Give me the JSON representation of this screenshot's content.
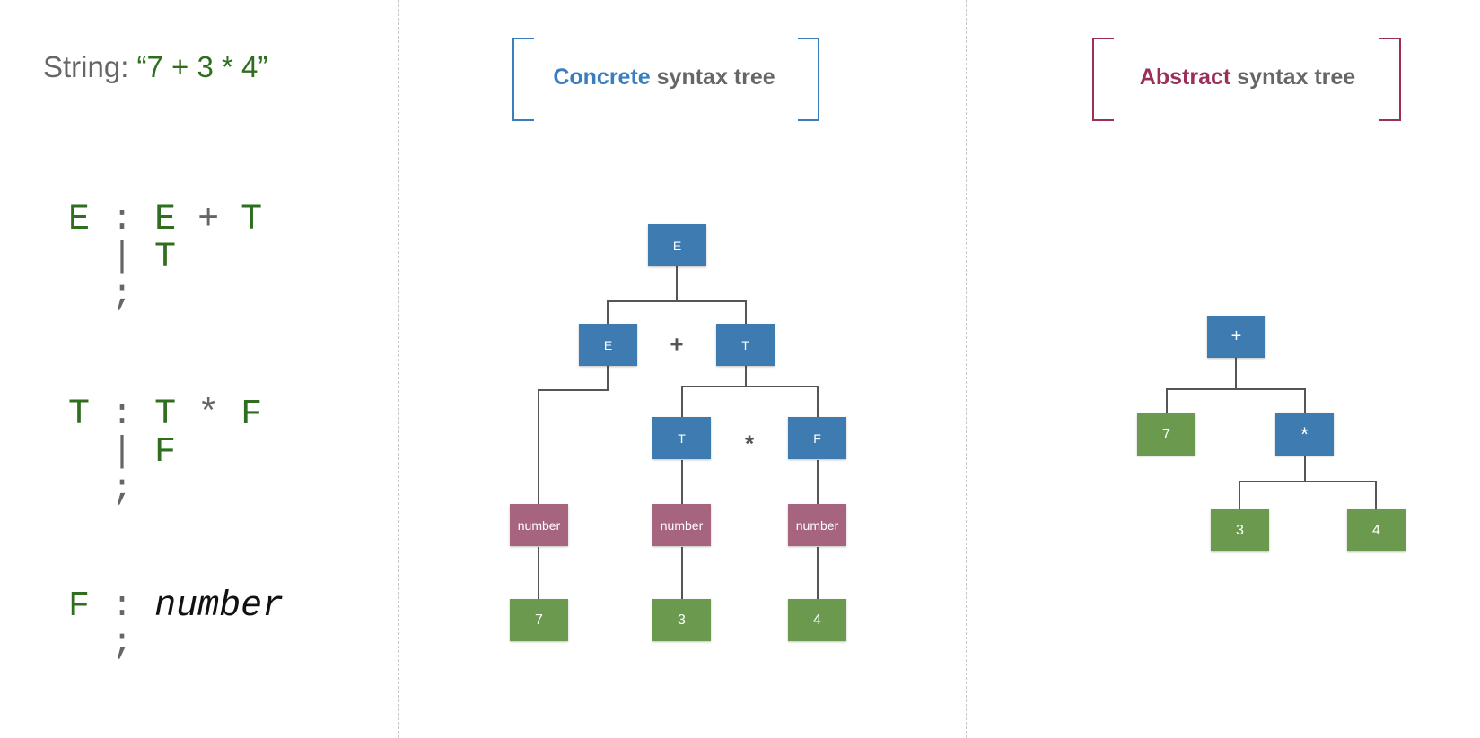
{
  "input": {
    "label": "String:",
    "value": "“7 + 3 * 4”"
  },
  "grammar": {
    "E": {
      "lhs": "E",
      "colon": ":",
      "alt1": [
        "E",
        "+",
        "T"
      ],
      "bar": "|",
      "alt2": "T",
      "end": ";"
    },
    "T": {
      "lhs": "T",
      "colon": ":",
      "alt1": [
        "T",
        "*",
        "F"
      ],
      "bar": "|",
      "alt2": "F",
      "end": ";"
    },
    "F": {
      "lhs": "F",
      "colon": ":",
      "alt1": "number",
      "end": ";"
    }
  },
  "concrete": {
    "title_accent": "Concrete",
    "title_rest": " syntax tree",
    "nodes": {
      "root": "E",
      "e": "E",
      "plus": "+",
      "t": "T",
      "t2": "T",
      "star": "*",
      "f": "F",
      "num1": "number",
      "num2": "number",
      "num3": "number",
      "lit1": "7",
      "lit2": "3",
      "lit3": "4"
    }
  },
  "abstract": {
    "title_accent": "Abstract",
    "title_rest": " syntax tree",
    "nodes": {
      "plus": "+",
      "lit7": "7",
      "star": "*",
      "lit3": "3",
      "lit4": "4"
    }
  },
  "colors": {
    "nonterminal": "#3d7bb0",
    "token": "#a6647f",
    "literal": "#6b9a4e",
    "concrete_accent": "#3a7ebf",
    "abstract_accent": "#9b2f5a",
    "grammar_symbol": "#2f6e1f"
  }
}
